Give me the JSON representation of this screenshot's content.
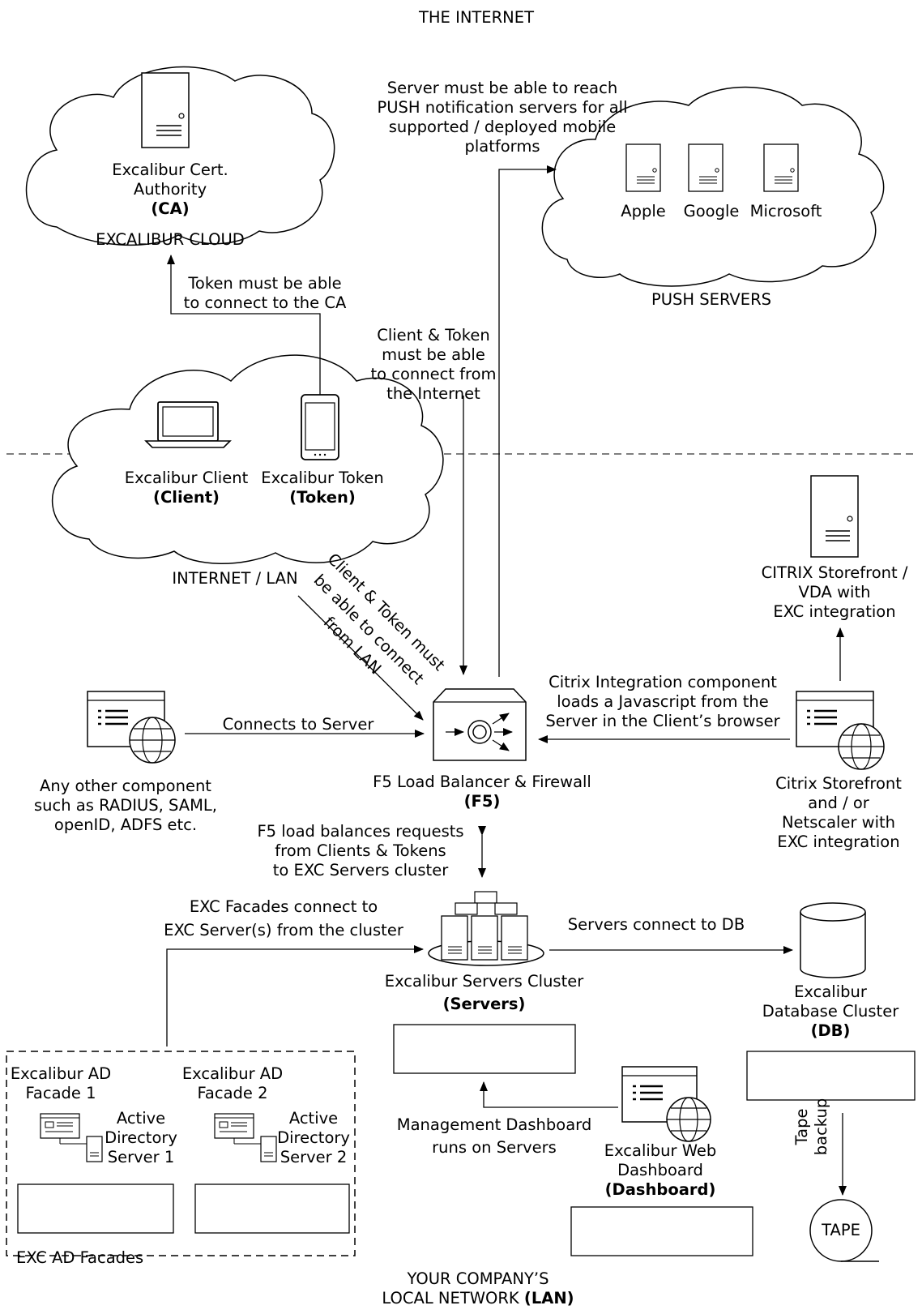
{
  "zones": {
    "internet": "THE INTERNET",
    "lan_line1": "YOUR COMPANY’S",
    "lan_line2_a": "LOCAL NETWORK ",
    "lan_line2_b": "(LAN)",
    "internet_lan": "INTERNET / LAN"
  },
  "excalibur_cloud": {
    "name": "EXCALIBUR CLOUD",
    "ca_line1": "Excalibur Cert.",
    "ca_line2": "Authority",
    "ca_abbr": "(CA)"
  },
  "push_servers": {
    "name": "PUSH SERVERS",
    "apple": "Apple",
    "google": "Google",
    "microsoft": "Microsoft",
    "note_line1": "Server must be able to reach",
    "note_line2": "PUSH notification servers for all",
    "note_line3": "supported / deployed mobile",
    "note_line4": "platforms"
  },
  "token_ca_note": {
    "line1": "Token must be able",
    "line2": "to connect to the CA"
  },
  "client_internet_note": {
    "line1": "Client & Token",
    "line2": "must be able",
    "line3": "to connect from",
    "line4": "the Internet"
  },
  "client": {
    "name": "Excalibur Client",
    "abbr": "(Client)"
  },
  "token": {
    "name": "Excalibur Token",
    "abbr": "(Token)"
  },
  "lan_note": {
    "line1": "Client & Token must",
    "line2": "be able to connect",
    "line3": "from LAN"
  },
  "citrix_vda": {
    "line1": "CITRIX Storefront /",
    "line2": "VDA with",
    "line3": "EXC integration"
  },
  "citrix_storefront": {
    "line1": "Citrix Storefront",
    "line2": "and / or",
    "line3": "Netscaler with",
    "line4": "EXC integration"
  },
  "citrix_note": {
    "line1": "Citrix Integration component",
    "line2": "loads a Javascript from the",
    "line3": "Server in the Client’s browser"
  },
  "other_component": {
    "line1": "Any other component",
    "line2": "such as RADIUS, SAML,",
    "line3": "openID, ADFS etc.",
    "edge_label": "Connects to Server"
  },
  "f5": {
    "name": "F5 Load Balancer & Firewall",
    "abbr": "(F5)",
    "note_line1": "F5 load balances requests",
    "note_line2": "from Clients & Tokens",
    "note_line3": "to EXC Servers cluster"
  },
  "servers": {
    "name": "Excalibur Servers Cluster",
    "abbr": "(Servers)",
    "facade_note_line1": "EXC Facades connect to",
    "facade_note_line2": "EXC Server(s) from the cluster",
    "db_edge_label": "Servers connect to DB"
  },
  "database": {
    "line1": "Excalibur",
    "line2": "Database Cluster",
    "abbr": "(DB)",
    "tape_label_line1": "Tape",
    "tape_label_line2": "backup",
    "tape": "TAPE"
  },
  "dashboard": {
    "line1": "Excalibur Web",
    "line2": "Dashboard",
    "abbr": "(Dashboard)",
    "note_line1": "Management Dashboard",
    "note_line2": "runs on Servers"
  },
  "facades": {
    "group_label": "EXC AD Facades",
    "facade1_line1": "Excalibur AD",
    "facade1_line2": "Facade 1",
    "facade2_line1": "Excalibur AD",
    "facade2_line2": "Facade 2",
    "ad1_line1": "Active",
    "ad1_line2": "Directory",
    "ad1_line3": "Server 1",
    "ad2_line1": "Active",
    "ad2_line2": "Directory",
    "ad2_line3": "Server 2"
  }
}
